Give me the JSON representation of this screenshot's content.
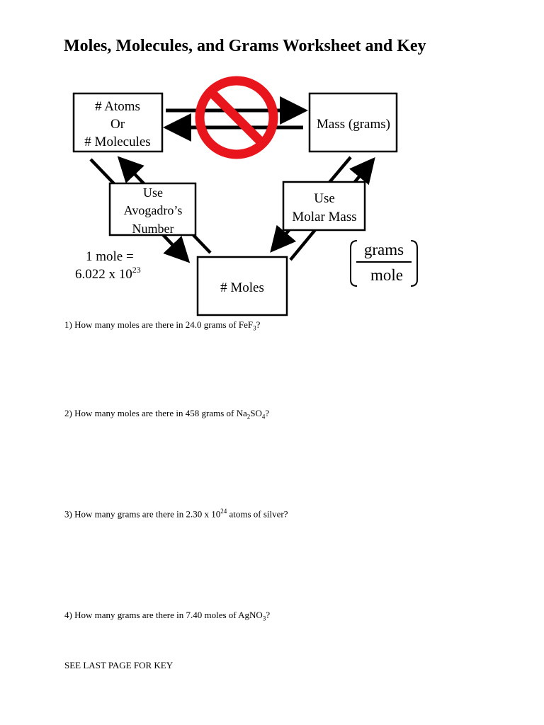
{
  "title": "Moles, Molecules, and Grams Worksheet and Key",
  "diagram": {
    "atoms_box": [
      "# Atoms",
      "Or",
      "# Molecules"
    ],
    "mass_box": "Mass (grams)",
    "avogadro_box": [
      "Use",
      "Avogadro’s",
      "Number"
    ],
    "molar_box": [
      "Use",
      "Molar Mass"
    ],
    "moles_box": "# Moles",
    "mole_eq_line1": "1 mole =",
    "mole_eq_base": "6.022 x 10",
    "mole_eq_exp": "23",
    "fraction_top": "grams",
    "fraction_bottom": "mole",
    "no_symbol_icon": "prohibited-sign"
  },
  "questions": [
    {
      "pre": "1) How many moles are there in 24.0 grams of FeF",
      "sub": "3",
      "post": "?"
    },
    {
      "pre": "2) How many moles are there in 458 grams of Na",
      "sub1": "2",
      "mid": "SO",
      "sub2": "4",
      "post": "?"
    },
    {
      "pre": "3) How many grams are there in 2.30 x 10",
      "sup": "24",
      "post": " atoms of silver?"
    },
    {
      "pre": "4) How many grams are there in 7.40 moles of AgNO",
      "sub": "3",
      "post": "?"
    }
  ],
  "footer": "SEE LAST PAGE FOR KEY",
  "colors": {
    "no_symbol": "#e8161c"
  }
}
